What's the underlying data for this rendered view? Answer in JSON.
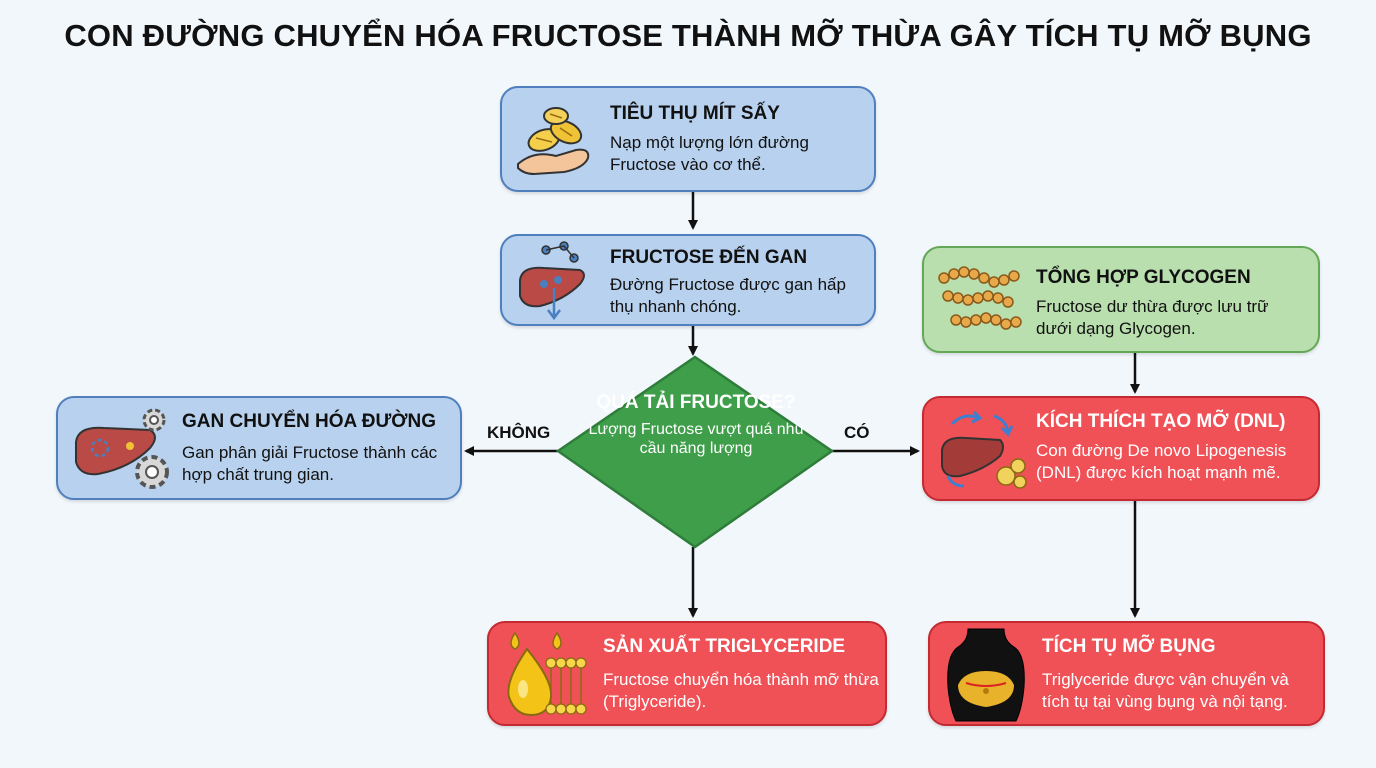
{
  "title": "CON ĐƯỜNG CHUYỂN HÓA FRUCTOSE THÀNH MỠ THỪA GÂY TÍCH TỤ MỠ BỤNG",
  "nodes": {
    "consume": {
      "title": "TIÊU THỤ MÍT SẤY",
      "desc": "Nạp một lượng lớn đường Fructose vào cơ thể."
    },
    "liver": {
      "title": "FRUCTOSE ĐẾN GAN",
      "desc": "Đường Fructose được gan hấp thụ nhanh chóng."
    },
    "decision": {
      "title": "QUÁ TẢI FRUCTOSE?",
      "desc": "Lượng Fructose vượt quá nhu cầu năng lượng"
    },
    "metabolize": {
      "title": "GAN CHUYỂN HÓA ĐƯỜNG",
      "desc": "Gan phân giải Fructose thành các hợp chất trung gian."
    },
    "glycogen": {
      "title": "TỔNG HỢP GLYCOGEN",
      "desc": "Fructose dư thừa được lưu trữ dưới dạng Glycogen."
    },
    "dnl": {
      "title": "KÍCH THÍCH TẠO MỠ (DNL)",
      "desc": "Con đường De novo Lipogenesis (DNL) được kích hoạt mạnh mẽ."
    },
    "triglyceride": {
      "title": "SẢN XUẤT TRIGLYCERIDE",
      "desc": "Fructose chuyển hóa thành mỡ thừa (Triglyceride)."
    },
    "belly": {
      "title": "TÍCH TỤ MỠ BỤNG",
      "desc": "Triglyceride được vận chuyển và tích tụ tại vùng bụng và nội tạng."
    }
  },
  "edge_labels": {
    "no": "KHÔNG",
    "yes": "CÓ"
  },
  "icons": {
    "consume": "dried-jackfruit-hand-icon",
    "liver": "liver-molecule-icon",
    "metabolize": "liver-gears-icon",
    "glycogen": "glycogen-chain-icon",
    "dnl": "liver-fat-cycle-icon",
    "triglyceride": "fat-drop-membrane-icon",
    "belly": "belly-fat-silhouette-icon"
  },
  "colors": {
    "blue": "#b7d1ee",
    "green": "#b9dfae",
    "red": "#ef5157",
    "diamond": "#3f9e4a"
  }
}
